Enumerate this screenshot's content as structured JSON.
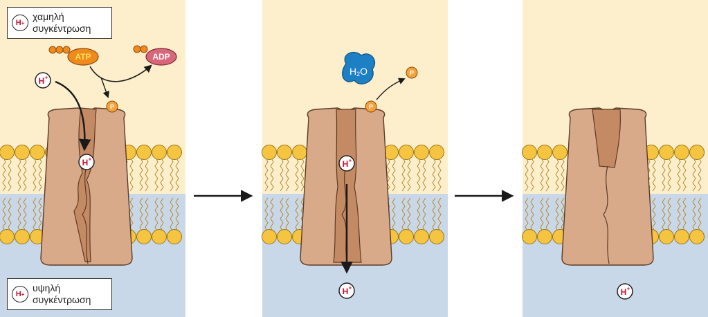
{
  "colors": {
    "cytosol_bg": "#fdefcc",
    "extracellular_bg": "#c9d8e8",
    "phospholipid_head": "#f5c542",
    "protein_fill": "#d9aa89",
    "protein_channel": "#c48a64",
    "proton_label": "#c8102e",
    "atp_fill": "#f08a1c",
    "adp_fill": "#d9677a",
    "water_fill": "#1d7fc4",
    "phosphate_fill": "#f2a33a"
  },
  "legend": {
    "low": {
      "line1": "χαμηλή",
      "line2": "συγκέντρωση"
    },
    "high": {
      "line1": "υψηλή",
      "line2": "συγκέντρωση"
    }
  },
  "labels": {
    "proton": "H",
    "proton_charge": "+",
    "atp": "ATP",
    "adp": "ADP",
    "water_h": "H",
    "water_sub": "2",
    "water_o": "O",
    "phosphate": "P"
  },
  "panels": [
    {
      "id": "step-1-phosphorylation"
    },
    {
      "id": "step-2-proton-release"
    },
    {
      "id": "step-3-reset"
    }
  ]
}
